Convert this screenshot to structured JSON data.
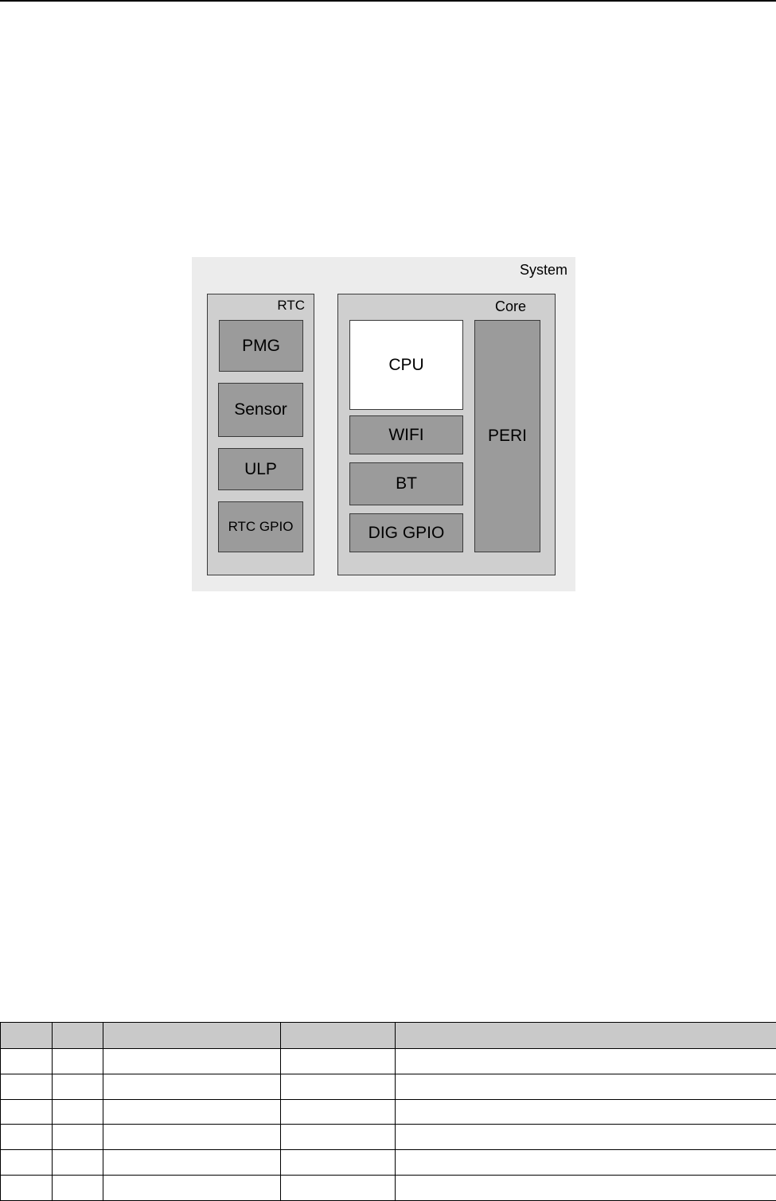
{
  "diagram": {
    "system_label": "System",
    "rtc": {
      "label": "RTC",
      "blocks": [
        "PMG",
        "Sensor",
        "ULP",
        "RTC GPIO"
      ]
    },
    "core": {
      "label": "Core",
      "cpu": "CPU",
      "blocks": [
        "WIFI",
        "BT",
        "DIG GPIO"
      ],
      "peri": "PERI"
    }
  },
  "table": {
    "columns": 5,
    "rows": 6
  }
}
